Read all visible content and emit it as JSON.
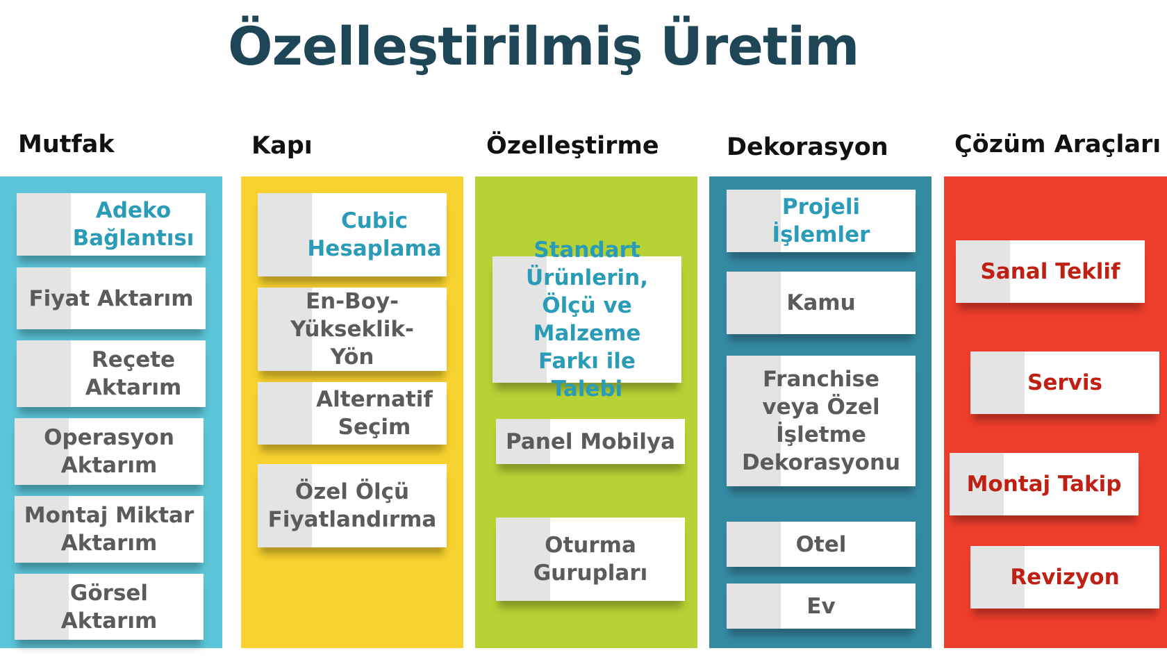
{
  "title": "Özelleştirilmiş Üretim",
  "colors": {
    "title": "#1e4657",
    "mutfak": "#5bc4d8",
    "kapi": "#f7d12e",
    "ozellestirme": "#b6d234",
    "dekorasyon": "#358aa3",
    "cozum": "#ef3d2c",
    "highlight_blue": "#2a9cb7",
    "highlight_red": "#c01f13",
    "card_text": "#5b5b5b"
  },
  "columns": [
    {
      "heading": "Mutfak",
      "items": [
        "Adeko Bağlantısı",
        "Fiyat Aktarım",
        "Reçete Aktarım",
        "Operasyon Aktarım",
        "Montaj Miktar Aktarım",
        "Görsel Aktarım"
      ]
    },
    {
      "heading": "Kapı",
      "items": [
        "Cubic Hesaplama",
        "En-Boy-Yükseklik-Yön",
        "Alternatif Seçim",
        "Özel Ölçü Fiyatlandırma"
      ]
    },
    {
      "heading": "Özelleştirme",
      "items": [
        "Standart Ürünlerin, Ölçü ve Malzeme Farkı ile Talebi",
        "Panel Mobilya",
        "Oturma Gurupları"
      ]
    },
    {
      "heading": "Dekorasyon",
      "items": [
        "Projeli İşlemler",
        "Kamu",
        "Franchise veya Özel İşletme Dekorasyonu",
        "Otel",
        "Ev"
      ]
    },
    {
      "heading": "Çözüm Araçları",
      "items": [
        "Sanal Teklif",
        "Servis",
        "Montaj Takip",
        "Revizyon"
      ]
    }
  ]
}
